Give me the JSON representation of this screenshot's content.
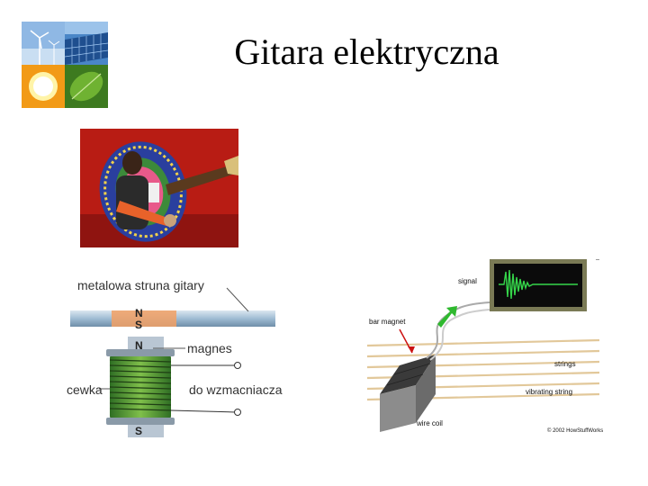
{
  "slide": {
    "title": "Gitara elektryczna"
  },
  "logo": {
    "icon": "renewable-energy-logo-icon"
  },
  "photo": {
    "icon": "electric-guitar-photo-icon"
  },
  "pickup_diagram": {
    "string_label": "metalowa struna gitary",
    "magnet_label": "magnes",
    "coil_label": "cewka",
    "amp_label": "do wzmacniacza",
    "pole_n": "N",
    "pole_s": "S"
  },
  "howstuff_diagram": {
    "signal_label": "signal",
    "bar_magnet_label": "bar magnet",
    "strings_label": "strings",
    "vibrating_label": "vibrating string",
    "wire_coil_label": "wire coil",
    "copyright": "© 2002 HowStuffWorks"
  }
}
